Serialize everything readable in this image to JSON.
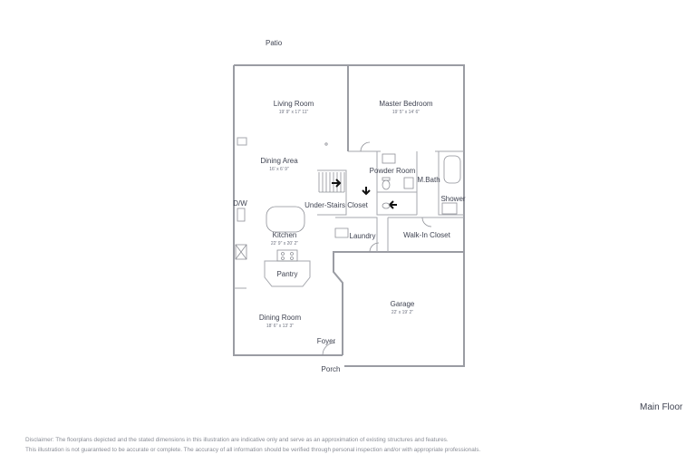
{
  "floor_name": "Main Floor",
  "rooms": {
    "patio": "Patio",
    "living_room": "Living Room",
    "living_room_dim": "19' 9\" x 17' 11\"",
    "master_bedroom": "Master Bedroom",
    "master_bedroom_dim": "19' 5\" x 14' 6\"",
    "dining_area": "Dining Area",
    "dining_area_dim": "16' x 6' 9\"",
    "powder_room": "Powder Room",
    "m_bath": "M.Bath",
    "shower": "Shower",
    "dw": "D/W",
    "under_stairs_closet": "Under-Stairs Closet",
    "kitchen": "Kitchen",
    "kitchen_dim": "22' 9\" x 20' 2\"",
    "laundry": "Laundry",
    "walk_in_closet": "Walk-In Closet",
    "pantry": "Pantry",
    "garage": "Garage",
    "garage_dim": "22' x 19' 2\"",
    "dining_room": "Dining Room",
    "dining_room_dim": "18' 6\" x 13' 3\"",
    "foyer": "Foyer",
    "porch": "Porch"
  },
  "disclaimer": {
    "line1": "Disclaimer: The floorplans depicted and the stated dimensions in this illustration are indicative only and serve as an approximation of existing structures and features.",
    "line2": "This illustration is not guaranteed to be accurate or complete. The accuracy of all information should be verified through personal inspection and/or with appropriate professionals."
  }
}
